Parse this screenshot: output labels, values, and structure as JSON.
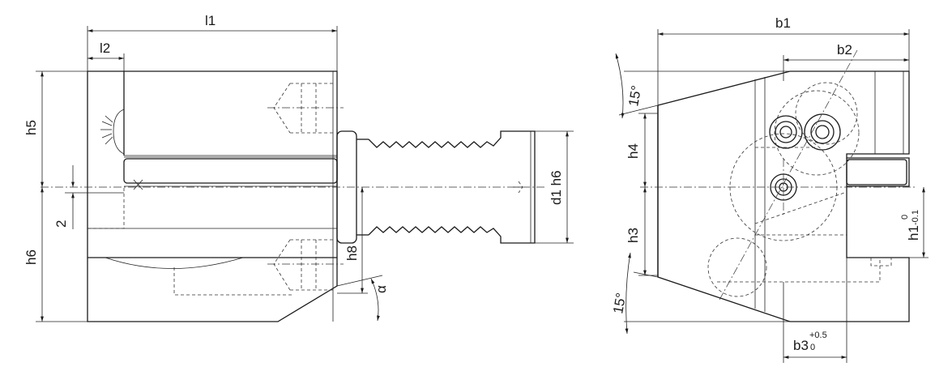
{
  "front_view": {
    "labels": {
      "l1": "l1",
      "l2": "l2",
      "h5": "h5",
      "h6": "h6",
      "two": "2",
      "d1h6": "d1 h6",
      "h8": "h8",
      "alpha": "α"
    }
  },
  "side_view": {
    "labels": {
      "b1": "b1",
      "b2": "b2",
      "b3": "b3",
      "b3_upper_tol": "+0.5",
      "b3_lower_tol": "0",
      "h1": "h1",
      "h1_upper_tol": "0",
      "h1_lower_tol": "-0.1",
      "h3": "h3",
      "h4": "h4",
      "angle_top": "15°",
      "angle_bottom": "15°"
    }
  }
}
